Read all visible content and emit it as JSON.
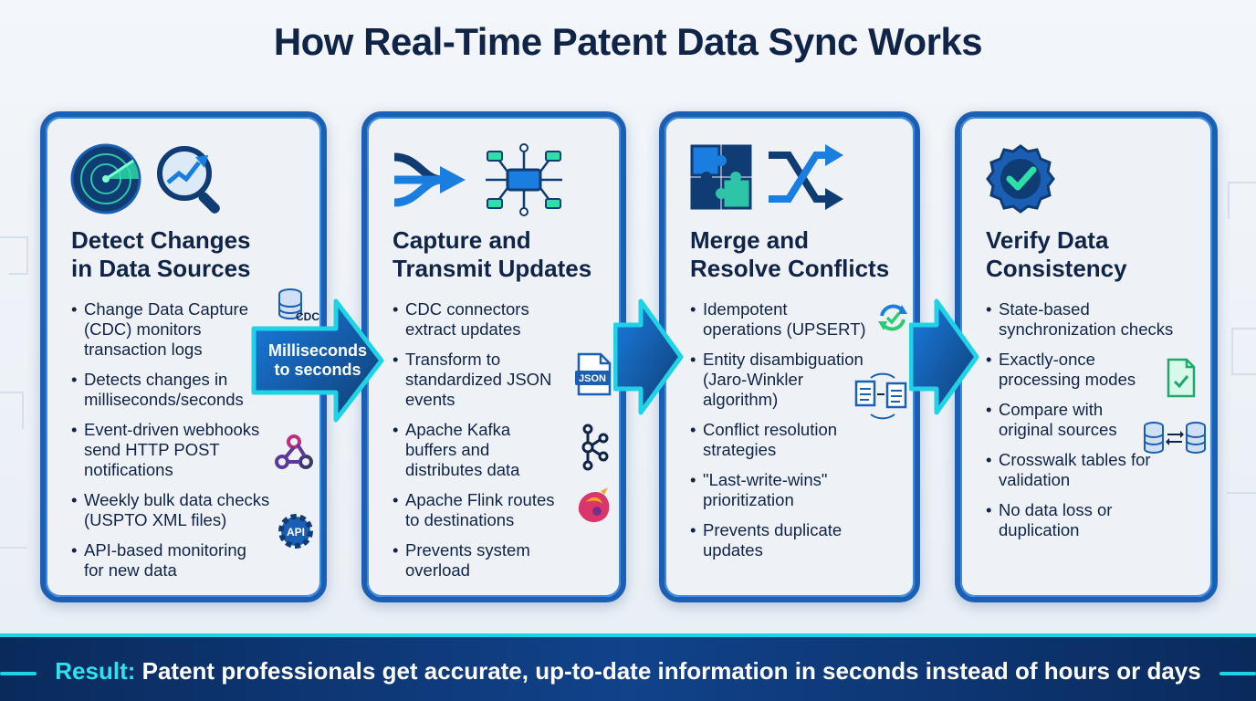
{
  "title": "How Real-Time Patent Data Sync Works",
  "panels": [
    {
      "heading_l1": "Detect Changes",
      "heading_l2": "in Data Sources",
      "icons": [
        "radar-icon",
        "magnifier-trend-icon"
      ],
      "items": [
        "Change Data Capture\n(CDC) monitors\ntransaction logs",
        "Detects changes in\nmilliseconds/seconds",
        "Event-driven webhooks\nsend HTTP POST\nnotifications",
        "Weekly bulk data checks\n(USPTO XML files)",
        "API-based monitoring\nfor new data"
      ],
      "side_icons": [
        "cdc-database-icon",
        "webhook-icon",
        "api-gear-icon"
      ],
      "cdc_label": "CDC",
      "api_label": "API"
    },
    {
      "heading_l1": "Capture and",
      "heading_l2": "Transmit Updates",
      "icons": [
        "merge-arrows-icon",
        "network-hub-icon"
      ],
      "items": [
        "CDC connectors\nextract updates",
        "Transform to\nstandardized JSON\nevents",
        "Apache Kafka\nbuffers and\ndistributes data",
        "Apache Flink routes\nto destinations",
        "Prevents system\noverload"
      ],
      "side_icons": [
        "json-file-icon",
        "kafka-icon",
        "flink-icon"
      ],
      "json_label": "JSON"
    },
    {
      "heading_l1": "Merge and",
      "heading_l2": "Resolve Conflicts",
      "icons": [
        "puzzle-icon",
        "shuffle-arrows-icon"
      ],
      "items": [
        "Idempotent\noperations (UPSERT)",
        "Entity disambiguation\n(Jaro-Winkler\nalgorithm)",
        "Conflict resolution\nstrategies",
        "\"Last-write-wins\"\nprioritization",
        "Prevents duplicate\nupdates"
      ],
      "side_icons": [
        "sync-check-icon",
        "document-compare-icon"
      ]
    },
    {
      "heading_l1": "Verify Data",
      "heading_l2": "Consistency",
      "icons": [
        "verified-badge-icon"
      ],
      "items": [
        "State-based\nsynchronization checks",
        "Exactly-once\nprocessing modes",
        "Compare with\noriginal sources",
        "Crosswalk tables for\nvalidation",
        "No data loss or\nduplication"
      ],
      "side_icons": [
        "checked-document-icon",
        "database-compare-icon"
      ]
    }
  ],
  "arrow_label_l1": "Milliseconds",
  "arrow_label_l2": "to seconds",
  "footer": {
    "label": "Result:",
    "text": " Patent professionals get accurate, up-to-date information in seconds instead of hours or days"
  },
  "colors": {
    "navy": "#0f2447",
    "blue": "#1a5fb4",
    "cyan": "#1fd2e6",
    "green": "#2ecc71"
  }
}
